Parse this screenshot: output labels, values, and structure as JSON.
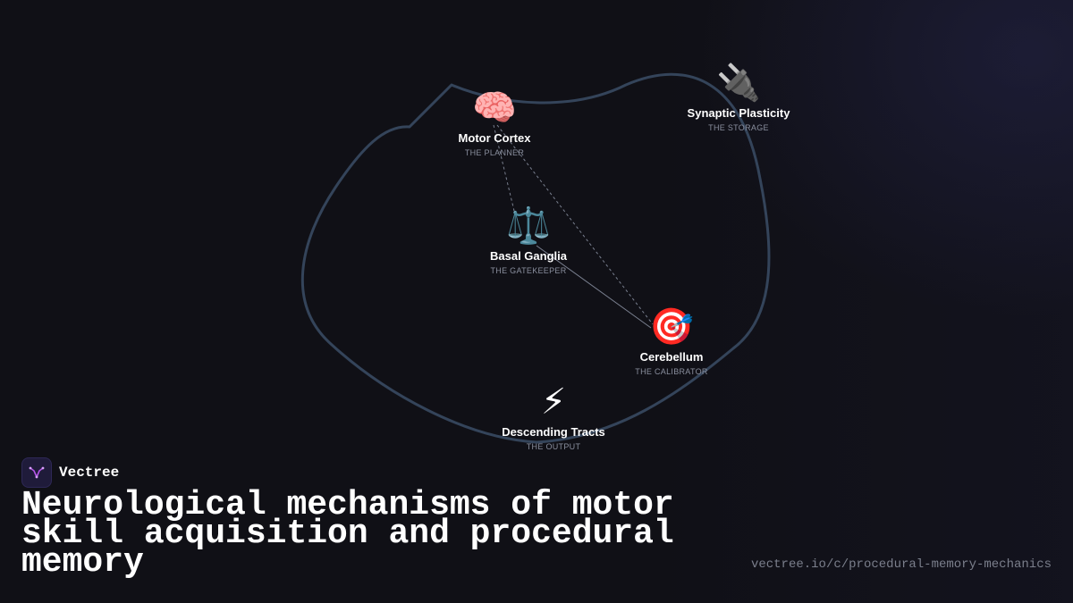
{
  "brand": {
    "name": "Vectree",
    "logo_icon": "vectree-logo-icon"
  },
  "headline": "Neurological mechanisms of motor skill acquisition and procedural memory",
  "url": "vectree.io/c/procedural-memory-mechanics",
  "colors": {
    "background": "#101016",
    "loop_stroke": "#34445a",
    "connector": "#7a8090",
    "subtitle": "#8a8f9e",
    "url_text": "#7b7f8c",
    "logo_accent": "#b455e6"
  },
  "nodes": [
    {
      "id": "motor-cortex",
      "icon": "brain-icon",
      "glyph": "🧠",
      "title": "Motor Cortex",
      "subtitle": "THE PLANNER"
    },
    {
      "id": "synaptic-plasticity",
      "icon": "plug-icon",
      "glyph": "🔌",
      "title": "Synaptic Plasticity",
      "subtitle": "THE STORAGE"
    },
    {
      "id": "basal-ganglia",
      "icon": "scales-icon",
      "glyph": "⚖️",
      "title": "Basal Ganglia",
      "subtitle": "THE GATEKEEPER"
    },
    {
      "id": "cerebellum",
      "icon": "target-icon",
      "glyph": "🎯",
      "title": "Cerebellum",
      "subtitle": "THE CALIBRATOR"
    },
    {
      "id": "descending-tracts",
      "icon": "lightning-icon",
      "glyph": "⚡",
      "title": "Descending Tracts",
      "subtitle": "THE OUTPUT"
    }
  ]
}
